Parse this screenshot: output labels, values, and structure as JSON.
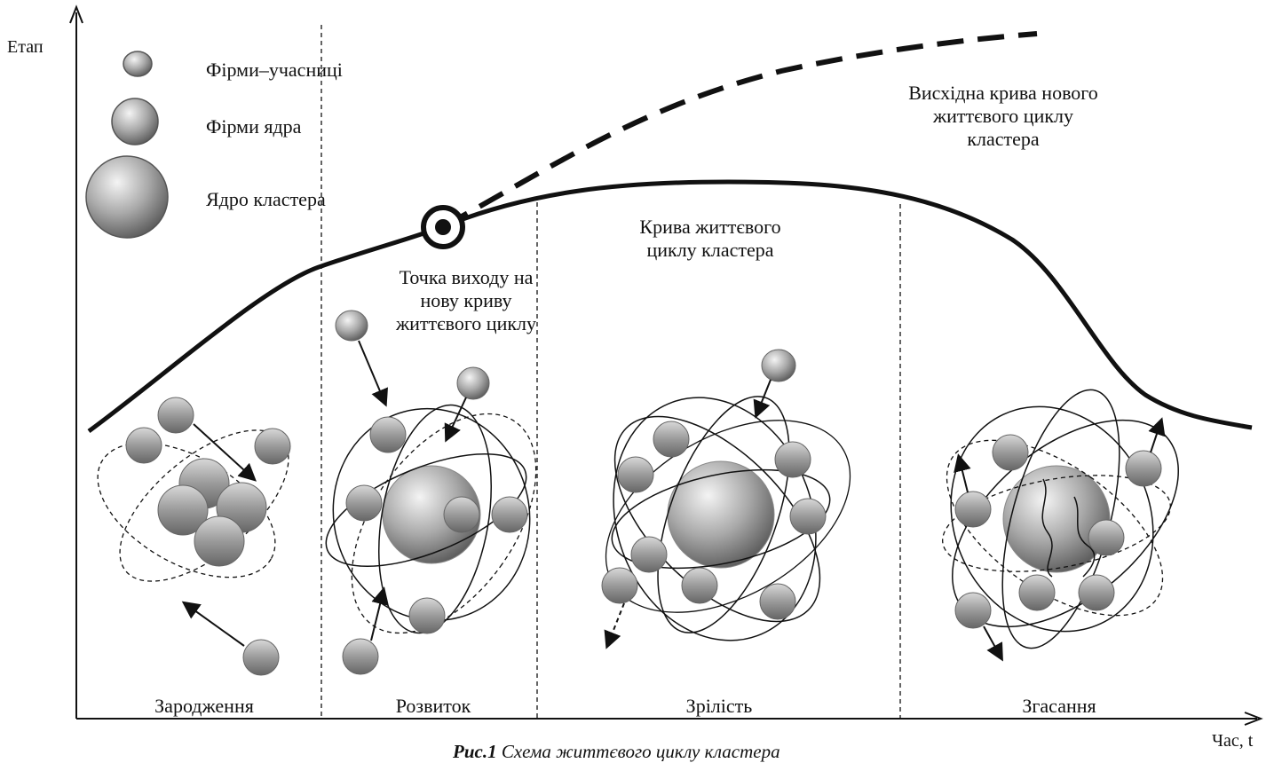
{
  "axes": {
    "y_label": "Етап",
    "x_label": "Час, t"
  },
  "legend": {
    "participants": "Фірми–учасниці",
    "core_firms": "Фірми ядра",
    "cluster_core": "Ядро кластера"
  },
  "curves": {
    "new_curve_label": [
      "Висхідна крива нового",
      "життєвого циклу",
      "кластера"
    ],
    "cycle_curve_label": [
      "Крива життєвого",
      "циклу кластера"
    ],
    "exit_point_label": [
      "Точка виходу на",
      "нову криву",
      "життєвого циклу"
    ]
  },
  "stages": [
    "Зародження",
    "Розвиток",
    "Зрілість",
    "Згасання"
  ],
  "caption": {
    "bold": "Рис.1",
    "text": "Схема життєвого циклу кластера"
  },
  "colors": {
    "line": "#111111",
    "sphere_light": "#f2f2f2",
    "sphere_dark": "#6e6e6e"
  }
}
